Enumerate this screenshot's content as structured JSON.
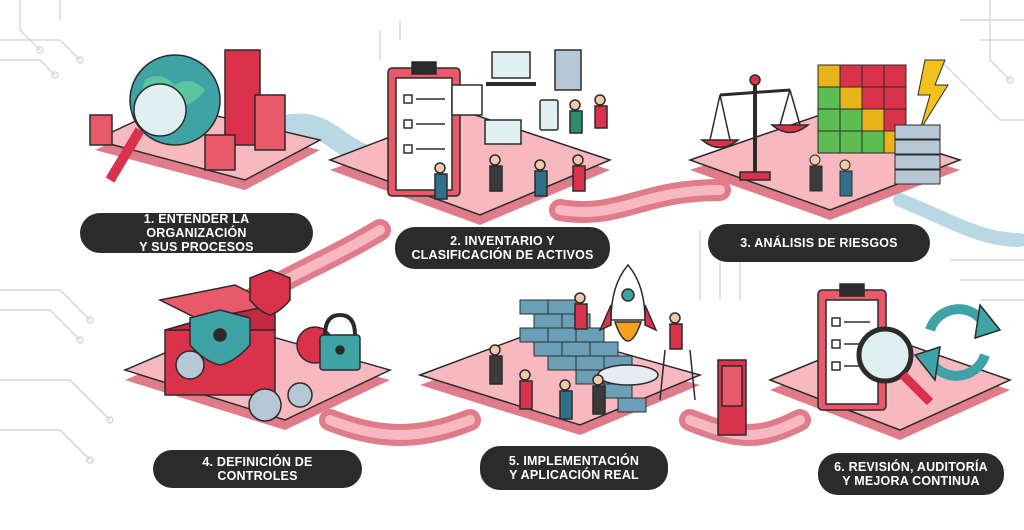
{
  "steps": [
    {
      "id": 1,
      "line1": "1. ENTENDER LA ORGANIZACIÓN",
      "line2": "Y SUS PROCESOS"
    },
    {
      "id": 2,
      "line1": "2. INVENTARIO Y",
      "line2": "CLASIFICACIÓN DE ACTIVOS"
    },
    {
      "id": 3,
      "line1": "3. ANÁLISIS DE RIESGOS",
      "line2": ""
    },
    {
      "id": 4,
      "line1": "4. DEFINICIÓN DE CONTROLES",
      "line2": ""
    },
    {
      "id": 5,
      "line1": "5. IMPLEMENTACIÓN",
      "line2": "Y APLICACIÓN REAL"
    },
    {
      "id": 6,
      "line1": "6. REVISIÓN, AUDITORÍA",
      "line2": "Y MEJORA CONTINUA"
    }
  ],
  "colors": {
    "platform": "#f7b8bf",
    "platform_side": "#e07c89",
    "accent_red": "#d9324a",
    "teal": "#3fa3a6",
    "label_bg": "#2b2b2b",
    "label_text": "#ffffff",
    "circuit": "#d9d9d9"
  },
  "icons": [
    "globe-magnifier-icon",
    "clipboard-icon",
    "scale-icon",
    "heatmap-icon",
    "toolbox-shield-icon",
    "padlock-icon",
    "rocket-icon",
    "brick-wall-icon",
    "refresh-icon"
  ]
}
